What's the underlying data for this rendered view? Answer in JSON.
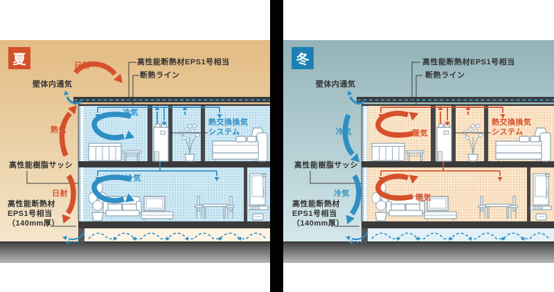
{
  "colors": {
    "hot": "#d6502c",
    "cold": "#2e8fc5",
    "text": "#333333",
    "summer-badge": "#d3512b",
    "winter-badge": "#1d80b4",
    "summer-bg-top": "#e3bb83",
    "summer-bg-bottom": "#f6ead3",
    "winter-bg-top": "#93b3b9",
    "winter-bg-bottom": "#dcedf0",
    "summer-room": "#cfe9f5",
    "summer-room-dot": "#9dcbe3",
    "winter-room": "#fbe7cb",
    "winter-room-dot": "#eec092",
    "summer-crawl": "#fdf3e2",
    "winter-crawl": "#e2f1f7"
  },
  "panels": {
    "summer": {
      "badge": "夏",
      "labels": {
        "solar_top": "日射",
        "wall_vent": "壁体内通気",
        "insulation_top": "高性能断熱材EPS1号相当",
        "insulation_line": "断熱ライン",
        "outside_upper": "熱気",
        "room_upper": "冷気",
        "hex1": "熱交換換気",
        "hex2": "システム",
        "sash": "高性能樹脂サッシ",
        "outside_lower": "日射",
        "wall_ins1": "高性能断熱材",
        "wall_ins2": "EPS1号相当",
        "wall_ins3": "（140mm厚）",
        "room_lower": "冷気"
      }
    },
    "winter": {
      "badge": "冬",
      "labels": {
        "wall_vent": "壁体内通気",
        "insulation_top": "高性能断熱材EPS1号相当",
        "insulation_line": "断熱ライン",
        "outside_upper": "冷気",
        "room_upper": "暖気",
        "hex1": "熱交換換気",
        "hex2": "システム",
        "sash": "高性能樹脂サッシ",
        "outside_lower": "冷気",
        "wall_ins1": "高性能断熱材",
        "wall_ins2": "EPS1号相当",
        "wall_ins3": "（140mm厚）",
        "room_lower": "暖気"
      }
    }
  }
}
